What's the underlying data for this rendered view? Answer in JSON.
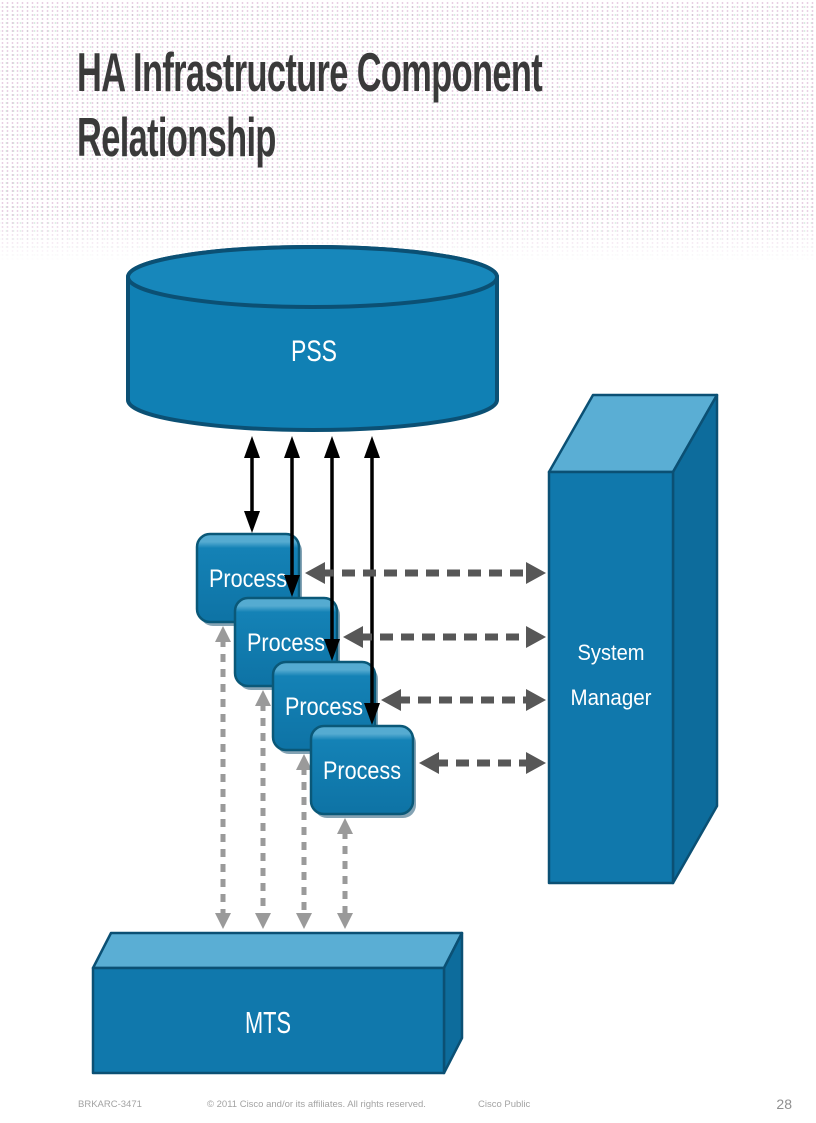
{
  "slide": {
    "title_line1": "HA Infrastructure Component",
    "title_line2": "Relationship",
    "page_number": "28"
  },
  "diagram": {
    "pss": {
      "label": "PSS"
    },
    "processes": [
      {
        "label": "Process"
      },
      {
        "label": "Process"
      },
      {
        "label": "Process"
      },
      {
        "label": "Process"
      }
    ],
    "system_manager": {
      "label_line1": "System",
      "label_line2": "Manager"
    },
    "mts": {
      "label": "MTS"
    },
    "colors": {
      "shape_fill": "#1080B4",
      "shape_border": "#0B5074",
      "shape_top_face": "#5AAED4",
      "shape_right_face": "#0D6C9C",
      "solid_arrow": "#000000",
      "dashed_arrow_dark": "#575757",
      "dashed_arrow_light": "#9A9A9A",
      "title_text": "#3A3A3A",
      "footer_text": "#A3A3A3"
    }
  },
  "footer": {
    "session_id": "BRKARC-3471",
    "copyright": "© 2011 Cisco and/or its affiliates. All rights reserved.",
    "classification": "Cisco Public"
  }
}
